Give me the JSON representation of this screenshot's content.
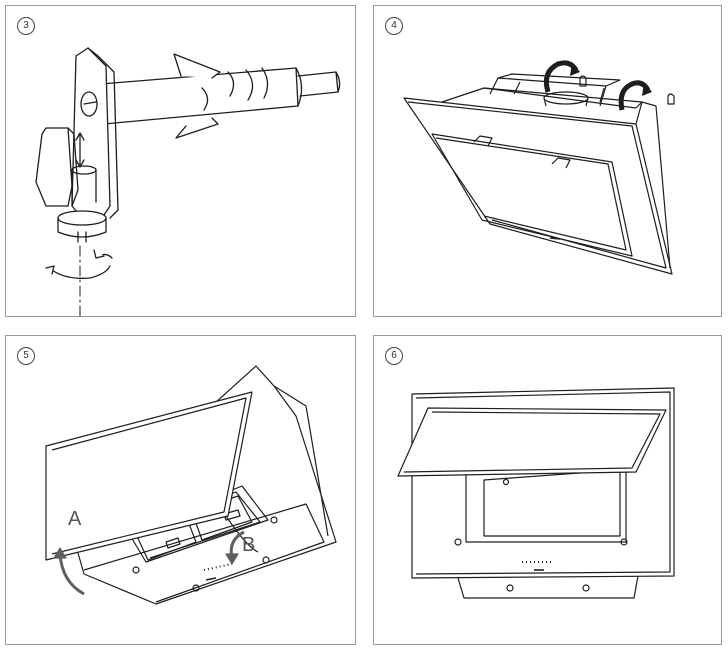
{
  "steps": [
    {
      "number": "3"
    },
    {
      "number": "4"
    },
    {
      "number": "5",
      "label_a": "A",
      "label_b": "B"
    },
    {
      "number": "6"
    }
  ],
  "colors": {
    "line": "#1e1e1e",
    "arrow": "#5f5f5f",
    "frame": "#9a9a9a"
  }
}
